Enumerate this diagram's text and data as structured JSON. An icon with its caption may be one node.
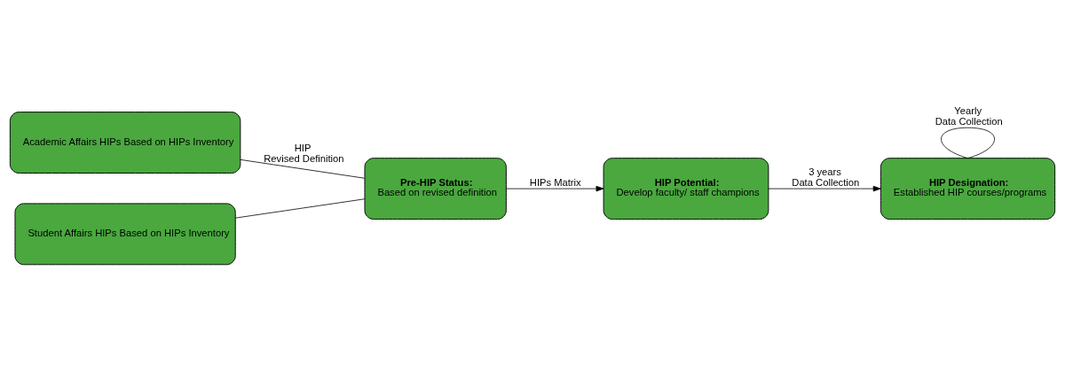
{
  "diagram": {
    "nodes": [
      {
        "text": [
          "Academic Affairs HIPs Based on HIPs Inventory"
        ]
      },
      {
        "text": [
          "Student Affairs HIPs Based on HIPs Inventory"
        ]
      },
      {
        "text": [
          "Pre-HIP Status:",
          "Based on revised definition"
        ]
      },
      {
        "text": [
          "HIP Potential:",
          "Develop faculty/ staff champions"
        ]
      },
      {
        "text": [
          "HIP Designation:",
          "Established HIP courses/programs"
        ]
      }
    ],
    "edges": [
      {
        "from": 0,
        "to": 2,
        "arrow": "none",
        "label": "HIP Revised Definition"
      },
      {
        "from": 1,
        "to": 2,
        "arrow": "none"
      },
      {
        "from": 2,
        "to": 3,
        "arrow": "to",
        "label": "HIPs Matrix"
      },
      {
        "from": 3,
        "to": 4,
        "arrow": "to",
        "label": "3 years Data Collection"
      },
      {
        "from": 4,
        "to": 4,
        "arrow": "none",
        "label": "Yearly Data Collection"
      }
    ]
  }
}
